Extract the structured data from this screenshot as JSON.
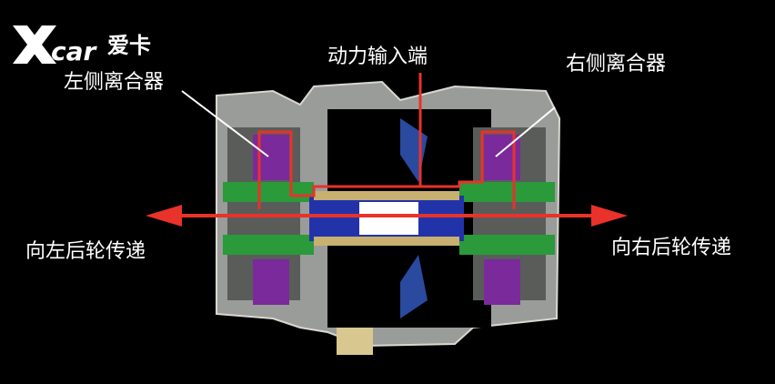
{
  "logo": {
    "brand": "Xcar",
    "text": "爱卡"
  },
  "labels": {
    "left_clutch": "左侧离合器",
    "right_clutch": "右侧离合器",
    "power_input": "动力输入端",
    "left_rear_wheel": "向左后轮传递",
    "right_rear_wheel": "向右后轮传递"
  },
  "colors": {
    "arrow": "#e8322a",
    "housing": "#a8aaa8",
    "blue": "#2233aa",
    "green": "#2a9a3a",
    "purple": "#7a2a9a"
  }
}
